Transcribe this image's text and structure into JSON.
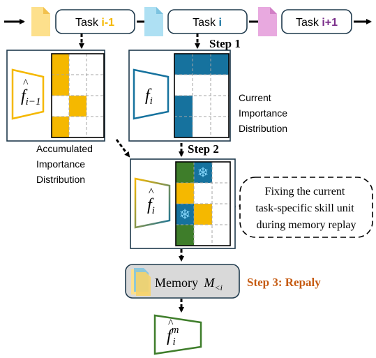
{
  "colors": {
    "gold": "#f5b800",
    "blue": "#16729e",
    "green": "#3e7d2a",
    "purple": "#7a2d8a",
    "orange": "#c55a11",
    "doc_gold": "#fde08c",
    "doc_blue": "#aee0f3",
    "doc_pink": "#e8a9df",
    "memory_bg": "#d9d9d9",
    "grid_dash": "#a6a6a6"
  },
  "timeline": {
    "tasks": [
      {
        "prefix": "Task ",
        "suffix": "i-1",
        "suffix_color": "#f5b800"
      },
      {
        "prefix": "Task ",
        "suffix": "i",
        "suffix_color": "#16729e"
      },
      {
        "prefix": "Task ",
        "suffix": "i+1",
        "suffix_color": "#7a2d8a"
      }
    ]
  },
  "steps": {
    "step1": "Step 1",
    "step2": "Step 2",
    "step3": "Step 3: Repaly"
  },
  "labels": {
    "current": [
      "Current",
      "Importance",
      "Distribution"
    ],
    "accumulated": [
      "Accumulated",
      "Importance",
      "Distribution"
    ],
    "callout": [
      "Fixing the current",
      "task-specific skill unit",
      "during memory replay"
    ]
  },
  "models": {
    "prev": {
      "base": "f",
      "sub": "i−1",
      "hat": true
    },
    "current": {
      "base": "f",
      "sub": "i",
      "hat": false
    },
    "fused": {
      "base": "f",
      "sub": "i",
      "hat": true
    },
    "memory_model": {
      "base": "f",
      "sub": "i",
      "sup": "m",
      "hat": true
    }
  },
  "memory": {
    "word": "Memory",
    "symbol": "M",
    "sub": "<i"
  },
  "grids": {
    "accumulated": [
      [
        "gold",
        "white",
        "white"
      ],
      [
        "gold",
        "white",
        "white"
      ],
      [
        "white",
        "gold",
        "white"
      ],
      [
        "gold",
        "white",
        "white"
      ]
    ],
    "current": [
      [
        "blue",
        "blue",
        "blue"
      ],
      [
        "white",
        "white",
        "white"
      ],
      [
        "blue",
        "white",
        "white"
      ],
      [
        "blue",
        "white",
        "white"
      ]
    ],
    "fused": [
      [
        "green",
        "blue*",
        "white"
      ],
      [
        "gold",
        "white",
        "white"
      ],
      [
        "blue*",
        "gold",
        "white"
      ],
      [
        "green",
        "white",
        "white"
      ]
    ]
  }
}
